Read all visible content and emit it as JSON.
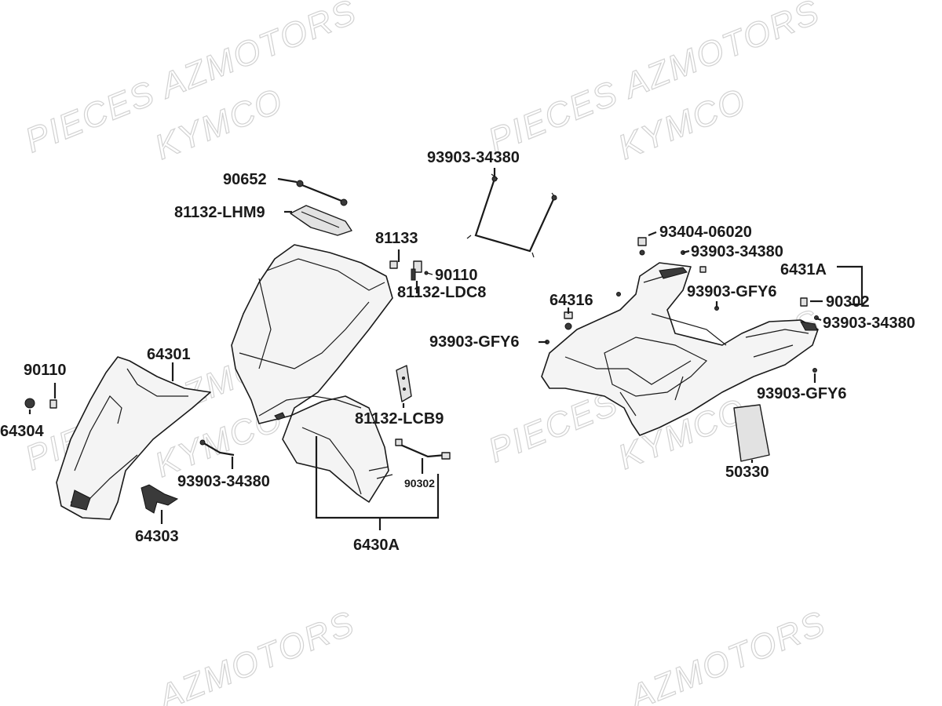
{
  "watermarks": [
    {
      "line1": "PIECES AZMOTORS",
      "line2": "KYMCO"
    },
    {
      "line1": "PIECES AZMOTORS",
      "line2": "KYMCO"
    },
    {
      "line1": "PIECES AZMOTORS",
      "line2": "KYMCO"
    },
    {
      "line1": "PIECES AZMOTORS",
      "line2": "KYMCO"
    },
    {
      "line1": "AZMOTORS",
      "line2": ""
    },
    {
      "line1": "AZMOTORS",
      "line2": ""
    }
  ],
  "parts": {
    "p93903_top": "93903-34380",
    "p90652": "90652",
    "p81132_lhm9": "81132-LHM9",
    "p81133": "81133",
    "p90110_mid": "90110",
    "p81132_ldc8": "81132-LDC8",
    "p90110_left": "90110",
    "p64301": "64301",
    "p64304": "64304",
    "p81132_lcb9": "81132-LCB9",
    "p93903_left_low": "93903-34380",
    "p90302_small": "90302",
    "p64303": "64303",
    "p6430A": "6430A",
    "p93404": "93404-06020",
    "p93903_right1": "93903-34380",
    "p6431A": "6431A",
    "p64316": "64316",
    "p93903_gfy6_a": "93903-GFY6",
    "p90302_right": "90302",
    "p93903_right2": "93903-34380",
    "p93903_gfy6_b": "93903-GFY6",
    "p93903_gfy6_c": "93903-GFY6",
    "p50330": "50330"
  }
}
